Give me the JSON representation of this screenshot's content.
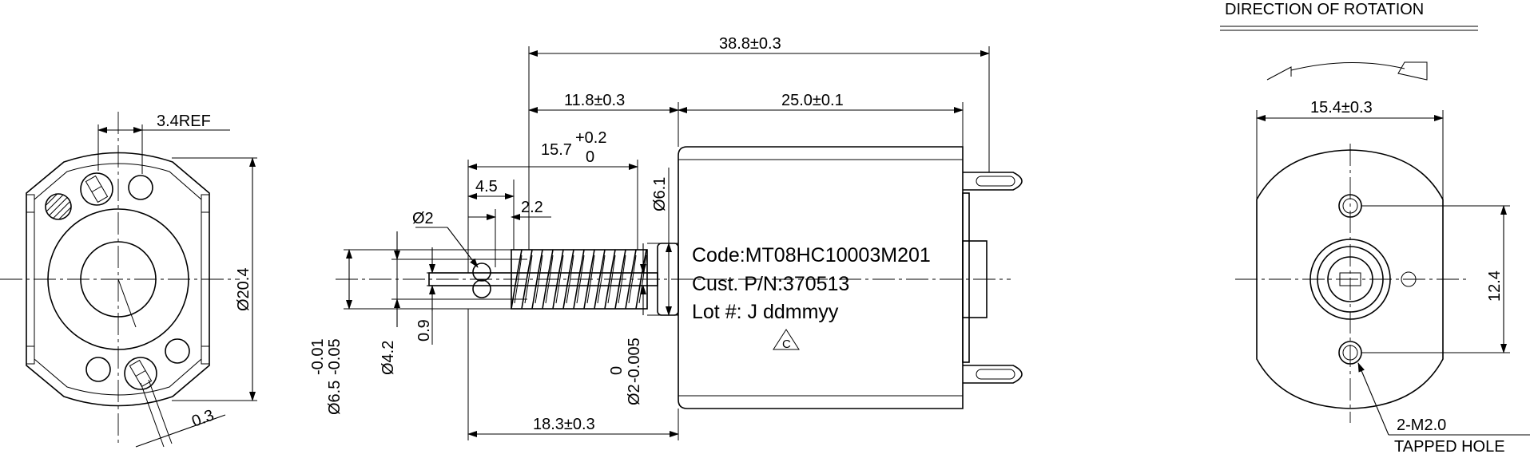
{
  "colors": {
    "ink": "#000000",
    "paper": "#ffffff"
  },
  "left_view": {
    "dim_width_ref": "3.4REF",
    "dim_height": "Ø20.4",
    "dim_offset": "0.3"
  },
  "side_view": {
    "dim_overall_length": "38.8±0.3",
    "dim_shaft_length": "11.8±0.3",
    "dim_body_length": "25.0±0.1",
    "dim_worm_base": "15.7",
    "dim_worm_tol_upper": "+0.2",
    "dim_worm_tol_lower": "0",
    "dim_4_5": "4.5",
    "dim_2_2": "2.2",
    "dim_hole": "Ø2",
    "dim_boss": "Ø6.1",
    "dim_worm_dia_base": "Ø6.5",
    "dim_worm_dia_tol_upper": "-0.01",
    "dim_worm_dia_tol_lower": "-0.05",
    "dim_root_dia": "Ø4.2",
    "dim_0_9": "0.9",
    "dim_shaft_dia_base": "Ø2",
    "dim_shaft_dia_tol_upper": "0",
    "dim_shaft_dia_tol_lower": "-0.005",
    "dim_bottom_length": "18.3±0.3",
    "label_code": "Code:MT08HC10003M201",
    "label_pn": "Cust. P/N:370513",
    "label_lot": "Lot #: J ddmmyy",
    "label_logo": "C"
  },
  "right_view": {
    "title": "DIRECTION OF ROTATION",
    "dim_width": "15.4±0.3",
    "dim_hole_spacing": "12.4",
    "note_line1": "2-M2.0",
    "note_line2": "TAPPED HOLE"
  }
}
